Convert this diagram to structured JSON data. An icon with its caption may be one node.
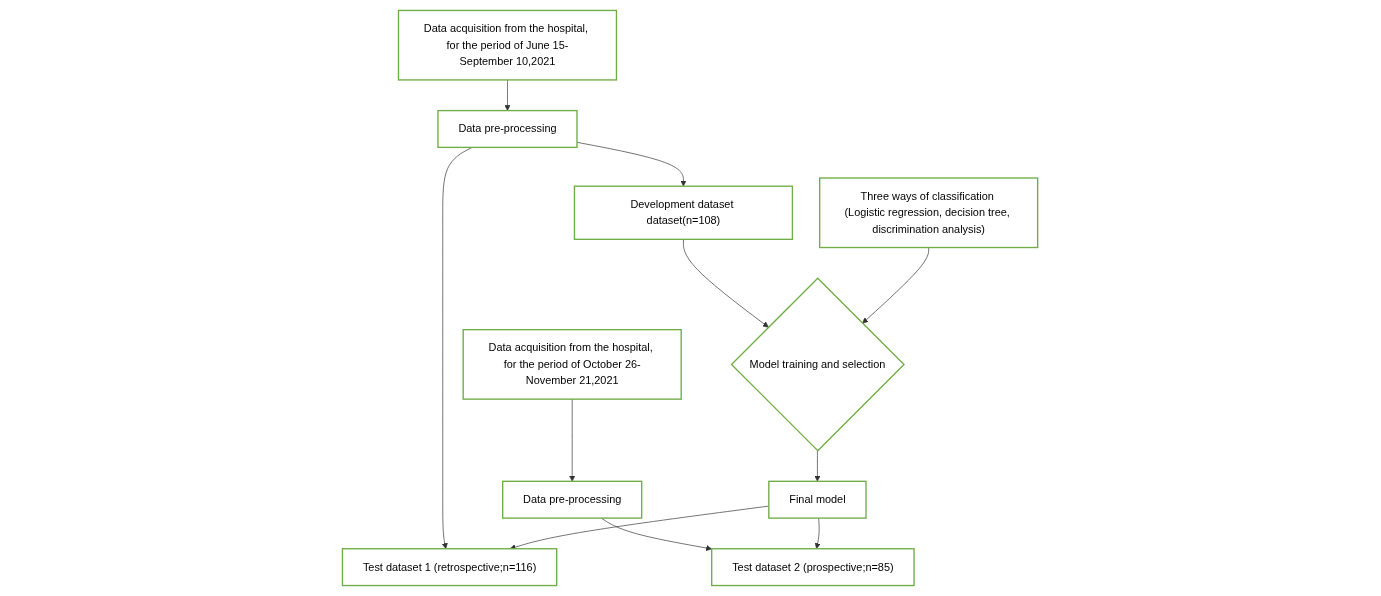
{
  "diagram": {
    "nodes": [
      {
        "text": [
          "Data acquisition from the hospital, for the period of June 15-September 10,2021"
        ]
      },
      {
        "text": [
          "Data pre-processing"
        ]
      },
      {
        "text": [
          "Development dataset dataset(n=108)"
        ]
      },
      {
        "text": [
          "Test dataset 1 (retrospective;n=116)"
        ]
      },
      {
        "text": [
          "Data acquisition from the hospital, for the period of October 26-November 21,2021"
        ]
      },
      {
        "text": [
          "Data pre-processing"
        ]
      },
      {
        "text": [
          "Test dataset 2 (prospective;n=85)"
        ]
      },
      {
        "text": [
          "Three ways of classification (Logistic regression, decision tree, discrimination analysis)"
        ]
      },
      {
        "text": [
          "Model training and selection"
        ]
      },
      {
        "text": [
          "Final model"
        ]
      }
    ],
    "edges": [
      {
        "from": 0,
        "to": 1,
        "arrow": "to"
      },
      {
        "from": 1,
        "to": 2,
        "arrow": "to"
      },
      {
        "from": 1,
        "to": 3,
        "arrow": "to"
      },
      {
        "from": 4,
        "to": 5,
        "arrow": "to"
      },
      {
        "from": 5,
        "to": 6,
        "arrow": "to"
      },
      {
        "from": 2,
        "to": 8,
        "arrow": "to"
      },
      {
        "from": 7,
        "to": 8,
        "arrow": "to"
      },
      {
        "from": 8,
        "to": 9,
        "arrow": "to"
      },
      {
        "from": 9,
        "to": 3,
        "arrow": "to"
      },
      {
        "from": 9,
        "to": 6,
        "arrow": "to"
      }
    ]
  }
}
